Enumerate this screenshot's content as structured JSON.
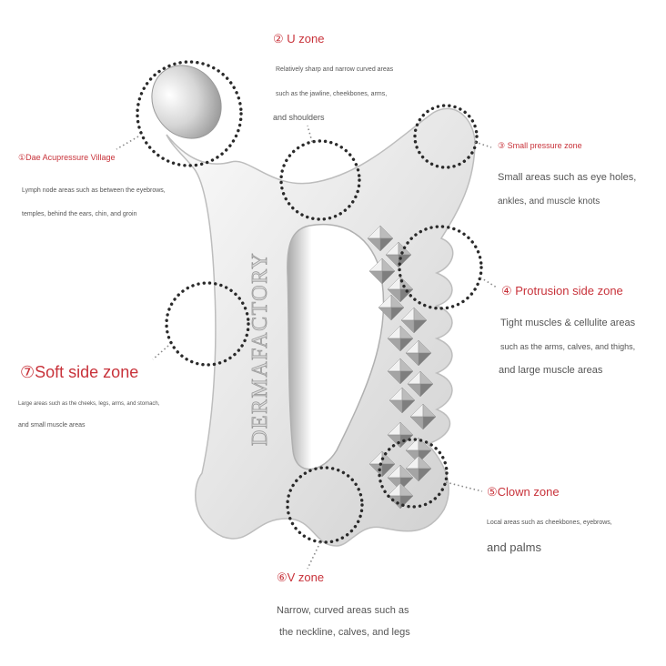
{
  "brand": "DERMAFACTORY",
  "colors": {
    "title": "#c8323a",
    "text": "#555555",
    "dots": "#2a2a2a"
  },
  "zones": {
    "z1": {
      "title": "①Dae Acupressure Village",
      "desc": [
        "Lymph node areas such as between the eyebrows,",
        "temples, behind the ears, chin, and groin"
      ]
    },
    "z2": {
      "title": "② U zone",
      "desc": [
        "Relatively sharp and narrow curved areas",
        "such as the jawline, cheekbones, arms,",
        "and shoulders"
      ]
    },
    "z3": {
      "title": "③ Small pressure zone",
      "desc": [
        "Small areas such as eye holes,",
        "ankles, and muscle knots"
      ]
    },
    "z4": {
      "title": "④ Protrusion side zone",
      "desc": [
        "Tight muscles & cellulite areas",
        "such as the arms, calves, and thighs,",
        "and large muscle areas"
      ]
    },
    "z5": {
      "title": "⑤Clown zone",
      "desc": [
        "Local areas such as cheekbones, eyebrows,",
        "and palms"
      ]
    },
    "z6": {
      "title": "⑥V zone",
      "desc": [
        "Narrow, curved areas such as",
        "the neckline, calves, and legs"
      ]
    },
    "z7": {
      "title": "⑦Soft side zone",
      "desc": [
        "Large areas such as the cheeks, legs, arms, and stomach,",
        "and small muscle areas"
      ]
    }
  }
}
